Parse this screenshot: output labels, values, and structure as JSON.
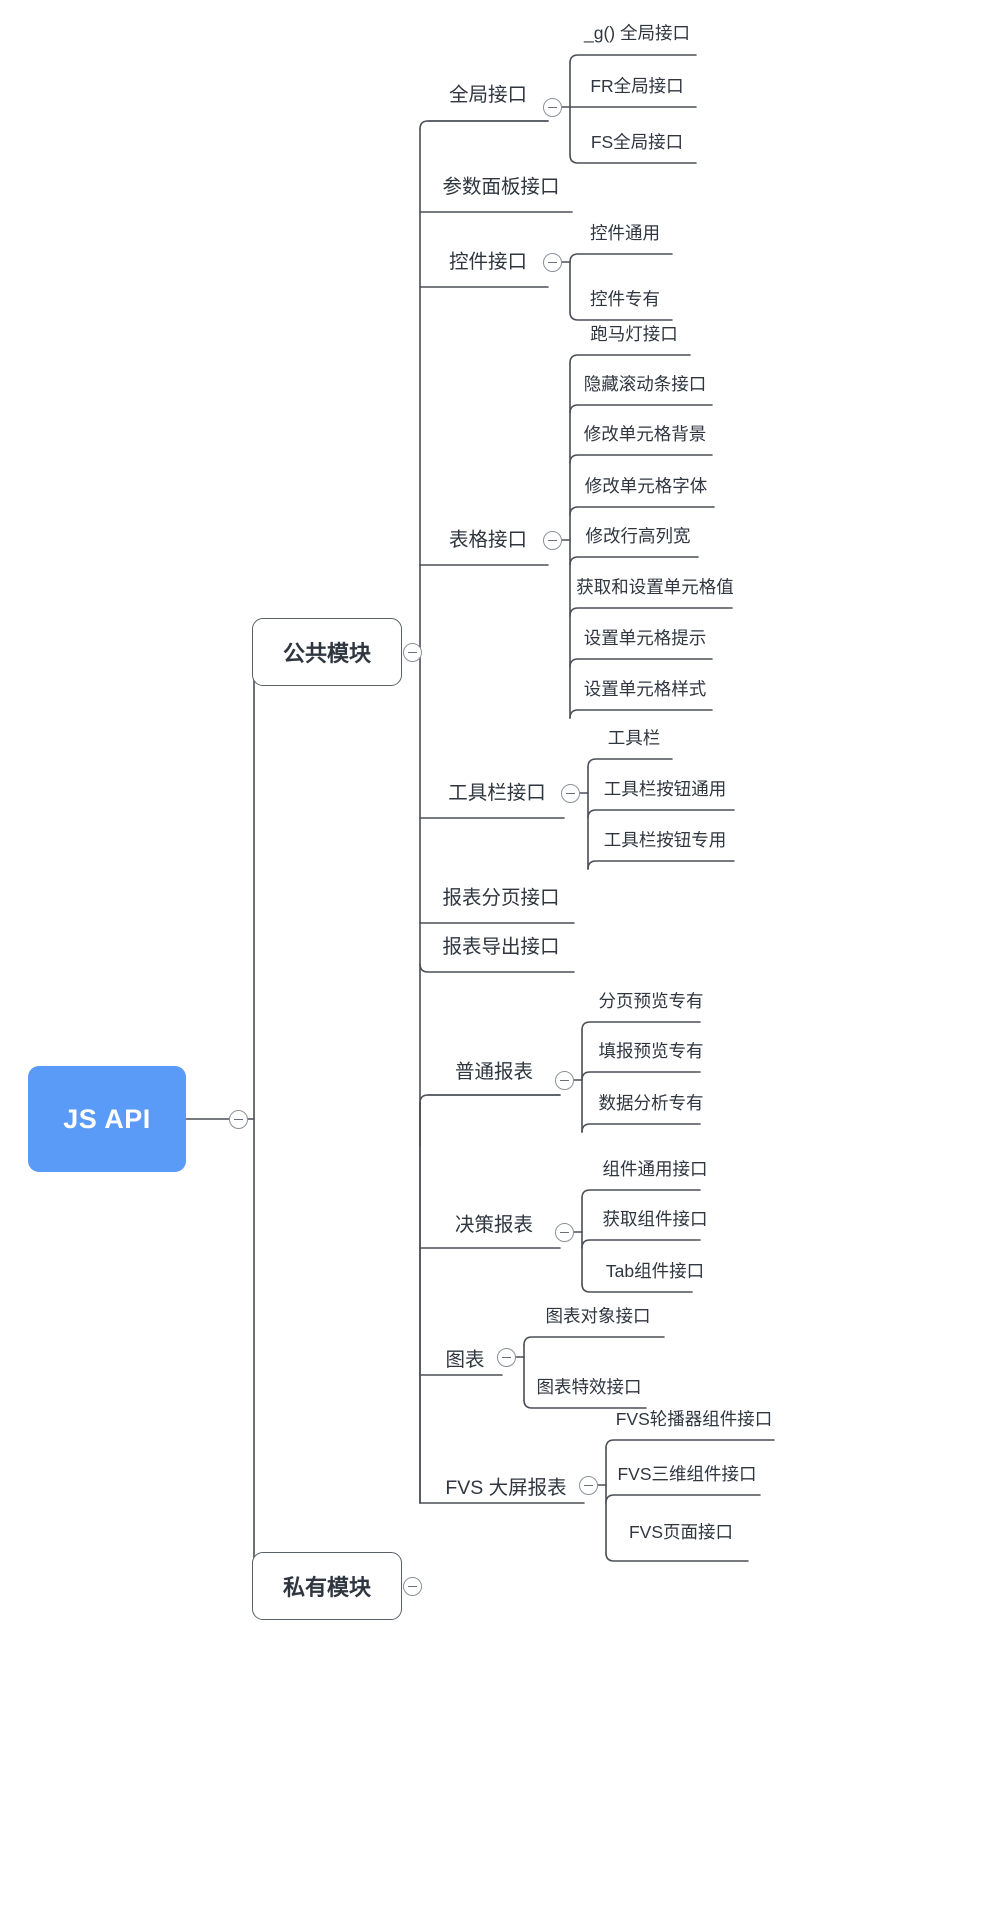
{
  "diagram": {
    "title": "JS API",
    "type": "mindmap",
    "root": {
      "label": "JS API",
      "color": "#5B9BF8",
      "text_color": "#ffffff"
    },
    "branches": [
      {
        "label": "公共模块"
      },
      {
        "label": "私有模块"
      }
    ],
    "public_module": {
      "label": "公共模块",
      "topics": [
        {
          "label": "全局接口",
          "collapsible": true,
          "children": [
            "_g() 全局接口",
            "FR全局接口",
            "FS全局接口"
          ]
        },
        {
          "label": "参数面板接口",
          "collapsible": false,
          "children": []
        },
        {
          "label": "控件接口",
          "collapsible": true,
          "children": [
            "控件通用",
            "控件专有"
          ]
        },
        {
          "label": "表格接口",
          "collapsible": true,
          "children": [
            "跑马灯接口",
            "隐藏滚动条接口",
            "修改单元格背景",
            "修改单元格字体",
            "修改行高列宽",
            "获取和设置单元格值",
            "设置单元格提示",
            "设置单元格样式"
          ]
        },
        {
          "label": "工具栏接口",
          "collapsible": true,
          "children": [
            "工具栏",
            "工具栏按钮通用",
            "工具栏按钮专用"
          ]
        },
        {
          "label": "报表分页接口",
          "collapsible": false,
          "children": []
        },
        {
          "label": "报表导出接口",
          "collapsible": false,
          "children": []
        }
      ]
    },
    "private_module": {
      "label": "私有模块",
      "topics": [
        {
          "label": "普通报表",
          "collapsible": true,
          "children": [
            "分页预览专有",
            "填报预览专有",
            "数据分析专有"
          ]
        },
        {
          "label": "决策报表",
          "collapsible": true,
          "children": [
            "组件通用接口",
            "获取组件接口",
            "Tab组件接口"
          ]
        },
        {
          "label": "图表",
          "collapsible": true,
          "children": [
            "图表对象接口",
            "图表特效接口"
          ]
        },
        {
          "label": "FVS 大屏报表",
          "collapsible": true,
          "children": [
            "FVS轮播器组件接口",
            "FVS三维组件接口",
            "FVS页面接口"
          ]
        }
      ]
    },
    "icons": {
      "collapse": "minus-circle-icon"
    },
    "colors": {
      "root_fill": "#5B9BF8",
      "node_border": "#5a6069",
      "link_stroke": "#4a4f57",
      "text": "#2f3640",
      "background": "#ffffff"
    }
  }
}
